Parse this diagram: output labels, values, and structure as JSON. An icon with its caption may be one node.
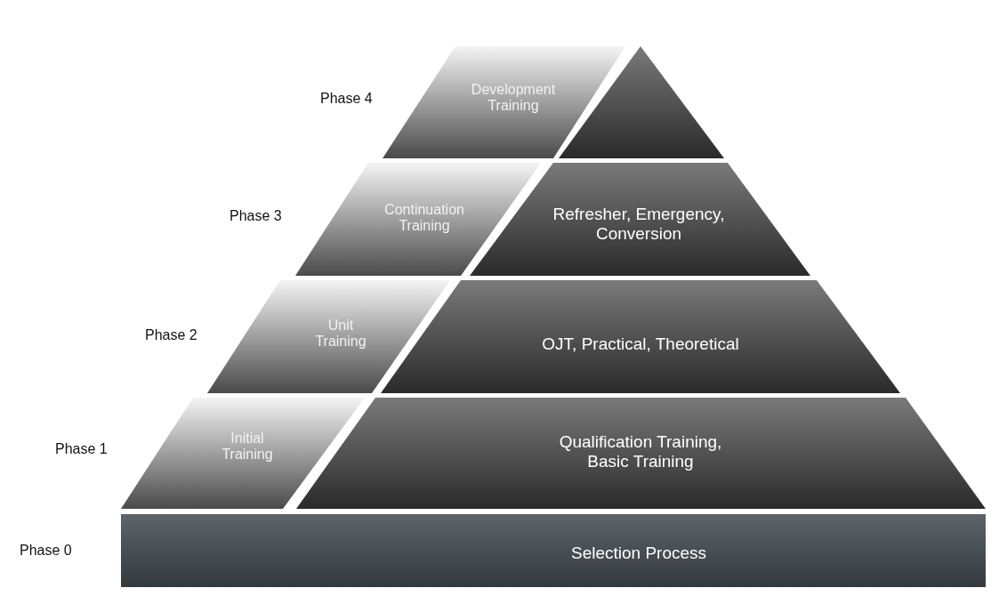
{
  "diagram": {
    "nodes": [
      {
        "text": [
          "Development Training"
        ],
        "beside": [
          "Phase 4"
        ]
      },
      {
        "text": [],
        "shape": "triangle"
      },
      {
        "text": [
          "Continuation Training"
        ],
        "beside": [
          "Phase 3"
        ]
      },
      {
        "text": [
          "Refresher, Emergency, Conversion"
        ]
      },
      {
        "text": [
          "Unit Training"
        ],
        "beside": [
          "Phase 2"
        ]
      },
      {
        "text": [
          "OJT, Practical, Theoretical"
        ]
      },
      {
        "text": [
          "Initial Training"
        ],
        "beside": [
          "Phase 1"
        ]
      },
      {
        "text": [
          "Qualification Training, Basic Training"
        ]
      },
      {
        "text": [
          "Selection Process"
        ],
        "beside": [
          "Phase 0"
        ]
      }
    ]
  }
}
